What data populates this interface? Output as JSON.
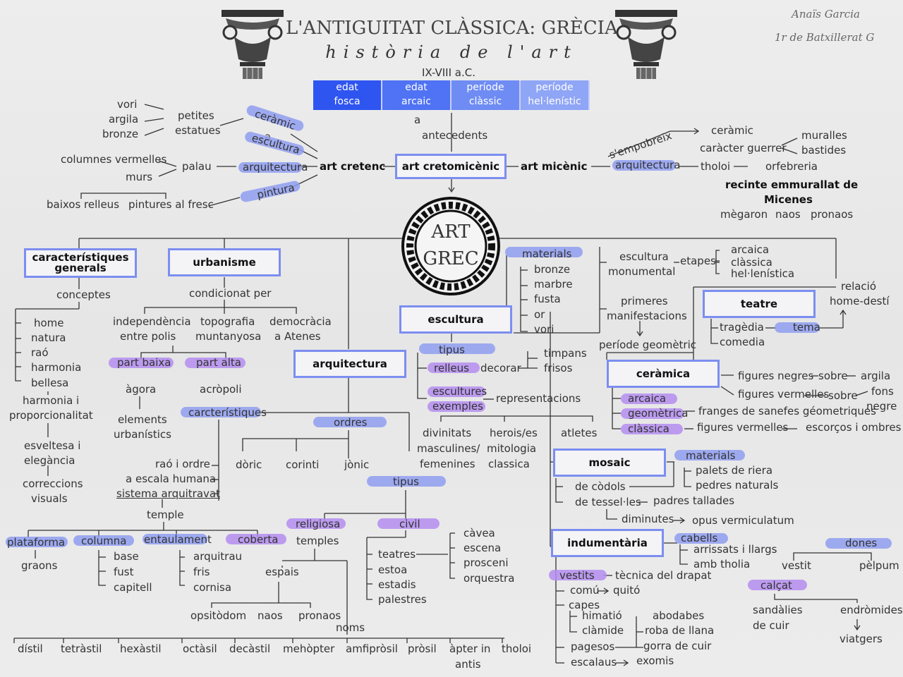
{
  "header": {
    "title": "L'ANTIGUITAT CLÀSSICA: GRÈCIA",
    "subtitle": "història de l'art",
    "author": "Anaïs Garcia",
    "course": "1r de Batxillerat G",
    "date_range": "IX-VIII a.C."
  },
  "periods": [
    {
      "line1": "edat",
      "line2": "fosca",
      "color": "#2f55f0"
    },
    {
      "line1": "edat",
      "line2": "arcaic",
      "color": "#4f73f4"
    },
    {
      "line1": "període",
      "line2": "clàssic",
      "color": "#6f8cf4"
    },
    {
      "line1": "període",
      "line2": "hel·lenístic",
      "color": "#8fa5f6"
    }
  ],
  "center": {
    "line1": "ART",
    "line2": "GREC"
  },
  "top": {
    "a": "a",
    "antecedents": "antecedents",
    "cretomicenic": "art cretomicènic",
    "cretenc": "art cretenc",
    "micenic": "art  micènic",
    "cretenc_items": {
      "ceramica": "ceràmic",
      "a": "a",
      "escultura": "escultura",
      "arquitectura": "arquitectura",
      "pintura": "pintura",
      "petites": "petites",
      "estatues": "estatues",
      "vori": "vori",
      "argila": "argila",
      "bronze": "bronze",
      "palau": "palau",
      "columnes": "columnes vermelles",
      "murs": "murs",
      "baixos": "baixos  relleus",
      "pintures": "pintures al fresc"
    },
    "micenic_items": {
      "sempobreix": "s'empobreix",
      "ceramic": "ceràmic",
      "arquitectura": "arquitectura",
      "caracter": "caràcter guerrer",
      "tholoi": "tholoi",
      "orfebreria": "orfebreria",
      "muralles": "muralles",
      "bastides": "bastides",
      "recinte1": "recinte emmurallat de",
      "recinte2": "Micenes",
      "megaron": "mègaron",
      "naos": "naos",
      "pronaos": "pronaos"
    }
  },
  "caracteristiques": {
    "title1": "característiques",
    "title2": "generals",
    "conceptes": "conceptes",
    "items": [
      "home",
      "natura",
      "raó",
      "harmonia",
      "bellesa"
    ],
    "harmonia1": "harmonia i",
    "harmonia2": "proporcionalitat",
    "esveltesa1": "esveltesa i",
    "esveltesa2": "elegància",
    "correccions1": "correccions",
    "correccions2": "visuals"
  },
  "urbanisme": {
    "title": "urbanisme",
    "condicionat": "condicionat per",
    "indep1": "independència",
    "indep2": "entre polis",
    "topo1": "topografia",
    "topo2": "muntanyosa",
    "demo1": "democràcia",
    "demo2": "a Atenes",
    "part_baixa": "part baixa",
    "part_alta": "part alta",
    "agora": "àgora",
    "acropoli": "acròpoli",
    "elements1": "elements",
    "elements2": "urbanístics"
  },
  "arquitectura": {
    "title": "arquitectura",
    "carcteristiques": "carcterístiques",
    "ordres": "ordres",
    "raho": "raó i ordre",
    "escala": "a escala humana",
    "sistema": "sistema arquitravat",
    "temple": "temple",
    "doric": "dòric",
    "corinti": "corinti",
    "jonic": "jònic",
    "tipus": "tipus",
    "plataforma": "plataforma",
    "graons": "graons",
    "columna": "columna",
    "col_items": [
      "base",
      "fust",
      "capitell"
    ],
    "entaulament": "entaulament",
    "ent_items": [
      "arquitrau",
      "fris",
      "cornisa"
    ],
    "coberta": "coberta",
    "religiosa": "religiosa",
    "temples": "temples",
    "espais": "espais",
    "opistodom": "opsitòdom",
    "naos": "naos",
    "pronaos": "pronaos",
    "noms": "noms",
    "civil": "civil",
    "civil_items": [
      "teatres",
      "estoa",
      "estadis",
      "palestres"
    ],
    "teatre_items": [
      "càvea",
      "escena",
      "prosceni",
      "orquestra"
    ],
    "noms_list": [
      "dístil",
      "tetràstil",
      "hexàstil",
      "octàsil",
      "decàstil",
      "mehòpter",
      "amfipròsil",
      "pròsil",
      "àpter in",
      "tholoi"
    ],
    "antis": "antis"
  },
  "escultura": {
    "title": "escultura",
    "materials": "materials",
    "mat_items": [
      "bronze",
      "marbre",
      "fusta",
      "or",
      "vori"
    ],
    "monumental1": "escultura",
    "monumental2": "monumental",
    "etapes": "etapes",
    "etapes_items": [
      "arcaica",
      "clàssica",
      "hel·lenística"
    ],
    "primeres1": "primeres",
    "primeres2": "manifestacions",
    "geometric": "període geomètric",
    "tipus": "tipus",
    "relleus": "relleus",
    "decorar": "decorar",
    "timpans": "timpans",
    "frisos": "frisos",
    "escultures": "escultures",
    "exemples": "exemples",
    "representacions": "representacions",
    "divinitats1": "divinitats",
    "divinitats2": "masculines/",
    "divinitats3": "femenines",
    "herois1": "herois/es",
    "herois2": "mitologia",
    "herois3": "classica",
    "atletes": "atletes"
  },
  "teatre": {
    "title": "teatre",
    "items": [
      "tragèdia",
      "comedia"
    ],
    "tema": "tema",
    "relacio1": "relació",
    "relacio2": "home-destí"
  },
  "ceramica": {
    "title": "ceràmica",
    "arcaica": "arcaica",
    "geometrica": "geomètrica",
    "classica": "clàssica",
    "fnegres": "figures negres",
    "sobre1": "sobre",
    "argila": "argila",
    "fvermelles": "figures vermelles",
    "sobre2": "sobre",
    "fons": "fons",
    "negre": "negre",
    "franges": "franges de sanefes géometriques",
    "fverm2": "figures vermelles",
    "escorcos": "escorços i ombres"
  },
  "mosaic": {
    "title": "mosaic",
    "materials": "materials",
    "mat_items": [
      "palets de riera",
      "pedres naturals"
    ],
    "codols": "de còdols",
    "tesseles": "de tessel·les",
    "padres": "padres tallades",
    "diminutes": "diminutes",
    "opus": "opus vermiculatum"
  },
  "indumentaria": {
    "title": "indumentària",
    "cabells": "cabells",
    "cab_items": [
      "arrissats i llargs",
      "amb tholia"
    ],
    "dones": "dones",
    "vestit": "vestit",
    "pelpum": "pèlpum",
    "calcat": "calçat",
    "sandalies1": "sandàlies",
    "sandalies2": "de cuir",
    "endromides": "endròmides",
    "viatgers": "viatgers",
    "vestits": "vestits",
    "tecnica": "tècnica del drapat",
    "comu": "comú",
    "quito": "quitó",
    "capes": "capes",
    "himatio": "himatió",
    "clamide": "clàmide",
    "pagesos": "pagesos",
    "escalaus": "escalaus",
    "abodabes": "abodabes",
    "roba": "roba de llana",
    "gorra": "gorra de cuir",
    "exomis": "exomis"
  }
}
